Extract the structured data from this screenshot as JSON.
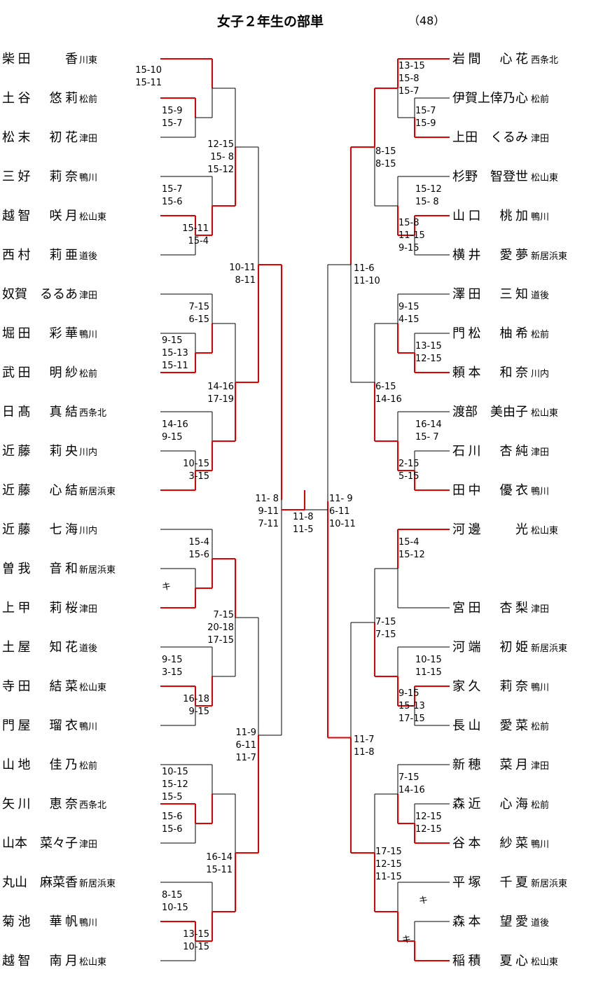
{
  "title": "女子２年生の部単",
  "count": "（48）",
  "colors": {
    "win": "#e00000",
    "line": "#000000"
  },
  "left_players": [
    {
      "name": "柴田　　香",
      "school": "川東"
    },
    {
      "name": "土谷　悠莉",
      "school": "松前"
    },
    {
      "name": "松末　初花",
      "school": "津田"
    },
    {
      "name": "三好　莉奈",
      "school": "鴨川"
    },
    {
      "name": "越智　咲月",
      "school": "松山東"
    },
    {
      "name": "西村　莉亜",
      "school": "道後"
    },
    {
      "name": "奴賀　るるあ",
      "school": "津田"
    },
    {
      "name": "堀田　彩華",
      "school": "鴨川"
    },
    {
      "name": "武田　明紗",
      "school": "松前"
    },
    {
      "name": "日髙　真結",
      "school": "西条北"
    },
    {
      "name": "近藤　莉央",
      "school": "川内"
    },
    {
      "name": "近藤　心結",
      "school": "新居浜東"
    },
    {
      "name": "近藤　七海",
      "school": "川内"
    },
    {
      "name": "曽我　音和",
      "school": "新居浜東"
    },
    {
      "name": "上甲　莉桜",
      "school": "津田"
    },
    {
      "name": "土屋　知花",
      "school": "道後"
    },
    {
      "name": "寺田　結菜",
      "school": "松山東"
    },
    {
      "name": "門屋　瑠衣",
      "school": "鴨川"
    },
    {
      "name": "山地　佳乃",
      "school": "松前"
    },
    {
      "name": "矢川　恵奈",
      "school": "西条北"
    },
    {
      "name": "山本　菜々子",
      "school": "津田"
    },
    {
      "name": "丸山　麻菜香",
      "school": "新居浜東"
    },
    {
      "name": "菊池　華帆",
      "school": "鴨川"
    },
    {
      "name": "越智　南月",
      "school": "松山東"
    }
  ],
  "right_players": [
    {
      "name": "岩間　心花",
      "school": "西条北"
    },
    {
      "name": "伊賀上倖乃心",
      "school": "松前"
    },
    {
      "name": "上田　くるみ",
      "school": "津田"
    },
    {
      "name": "杉野　智登世",
      "school": "松山東"
    },
    {
      "name": "山口　桃加",
      "school": "鴨川"
    },
    {
      "name": "横井　愛夢",
      "school": "新居浜東"
    },
    {
      "name": "澤田　三知",
      "school": "道後"
    },
    {
      "name": "門松　柚希",
      "school": "松前"
    },
    {
      "name": "頼本　和奈",
      "school": "川内"
    },
    {
      "name": "渡部　美由子",
      "school": "松山東"
    },
    {
      "name": "石川　杏純",
      "school": "津田"
    },
    {
      "name": "田中　優衣",
      "school": "鴨川"
    },
    {
      "name": "河邊　　光",
      "school": "松山東"
    },
    {
      "name": "宮田　杏梨",
      "school": "津田"
    },
    {
      "name": "河端　初姫",
      "school": "新居浜東"
    },
    {
      "name": "家久　莉奈",
      "school": "鴨川"
    },
    {
      "name": "長山　愛菜",
      "school": "松前"
    },
    {
      "name": "新穂　菜月",
      "school": "津田"
    },
    {
      "name": "森近　心海",
      "school": "松前"
    },
    {
      "name": "谷本　紗菜",
      "school": "鴨川"
    },
    {
      "name": "平塚　千夏",
      "school": "新居浜東"
    },
    {
      "name": "森本　望愛",
      "school": "道後"
    },
    {
      "name": "稲積　夏心",
      "school": "松山東"
    }
  ],
  "left_scores": [
    {
      "lines": [
        "15-10",
        "15-11"
      ]
    },
    {
      "lines": [
        "15-9",
        "15-7"
      ]
    },
    {
      "lines": [
        "12-15",
        "15- 8",
        "15-12"
      ]
    },
    {
      "lines": [
        "15-7",
        "15-6"
      ]
    },
    {
      "lines": [
        "15-11",
        "15-4"
      ]
    },
    {
      "lines": [
        "10-11",
        "8-11"
      ]
    },
    {
      "lines": [
        "7-15",
        "6-15"
      ]
    },
    {
      "lines": [
        "9-15",
        "15-13",
        "15-11"
      ]
    },
    {
      "lines": [
        "14-16",
        "17-19"
      ]
    },
    {
      "lines": [
        "14-16",
        "9-15"
      ]
    },
    {
      "lines": [
        "10-15",
        "3-15"
      ]
    },
    {
      "lines": [
        "11- 8",
        "9-11",
        "7-11"
      ]
    },
    {
      "lines": [
        "15-4",
        "15-6"
      ]
    },
    {
      "lines": [
        "キ"
      ]
    },
    {
      "lines": [
        "7-15",
        "20-18",
        "17-15"
      ]
    },
    {
      "lines": [
        "9-15",
        "3-15"
      ]
    },
    {
      "lines": [
        "16-18",
        "9-15"
      ]
    },
    {
      "lines": [
        "11-9",
        "6-11",
        "11-7"
      ]
    },
    {
      "lines": [
        "10-15",
        "15-12",
        "15-5"
      ]
    },
    {
      "lines": [
        "15-6",
        "15-6"
      ]
    },
    {
      "lines": [
        "16-14",
        "15-11"
      ]
    },
    {
      "lines": [
        "8-15",
        "10-15"
      ]
    },
    {
      "lines": [
        "13-15",
        "10-15"
      ]
    }
  ],
  "final_score": {
    "lines": [
      "11-8",
      "11-5"
    ]
  },
  "right_scores": [
    {
      "lines": [
        "13-15",
        "15-8",
        "15-7"
      ]
    },
    {
      "lines": [
        "15-7",
        "15-9"
      ]
    },
    {
      "lines": [
        "8-15",
        "8-15"
      ]
    },
    {
      "lines": [
        "15-12",
        "15- 8"
      ]
    },
    {
      "lines": [
        "15-8",
        "11-15",
        "9-15"
      ]
    },
    {
      "lines": [
        "11-6",
        "11-10"
      ]
    },
    {
      "lines": [
        "9-15",
        "4-15"
      ]
    },
    {
      "lines": [
        "13-15",
        "12-15"
      ]
    },
    {
      "lines": [
        "6-15",
        "14-16"
      ]
    },
    {
      "lines": [
        "16-14",
        "15- 7"
      ]
    },
    {
      "lines": [
        "2-15",
        "5-15"
      ]
    },
    {
      "lines": [
        "11- 9",
        "6-11",
        "10-11"
      ]
    },
    {
      "lines": [
        "15-4",
        "15-12"
      ]
    },
    {
      "lines": [
        "7-15",
        "7-15"
      ]
    },
    {
      "lines": [
        "10-15",
        "11-15"
      ]
    },
    {
      "lines": [
        "9-15",
        "15-13",
        "17-15"
      ]
    },
    {
      "lines": [
        "11-7",
        "11-8"
      ]
    },
    {
      "lines": [
        "7-15",
        "14-16"
      ]
    },
    {
      "lines": [
        "12-15",
        "12-15"
      ]
    },
    {
      "lines": [
        "17-15",
        "12-15",
        "11-15"
      ]
    },
    {
      "lines": [
        "キ"
      ]
    },
    {
      "lines": [
        "キ"
      ]
    }
  ]
}
